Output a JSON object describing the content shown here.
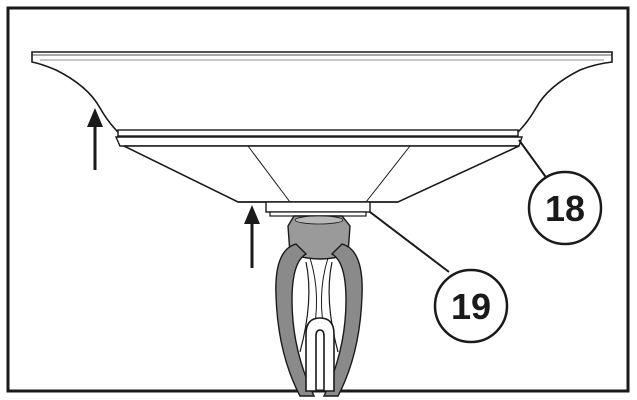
{
  "figure": {
    "type": "assembly-illustration",
    "callouts": [
      {
        "number": "18"
      },
      {
        "number": "19"
      }
    ],
    "arrows": [
      {
        "direction": "up"
      },
      {
        "direction": "up"
      }
    ],
    "colors": {
      "line": "#1a1a1a",
      "background": "#ffffff",
      "chain_fill": "#8a8a8a",
      "hub_fill": "#9a9a9a"
    }
  }
}
